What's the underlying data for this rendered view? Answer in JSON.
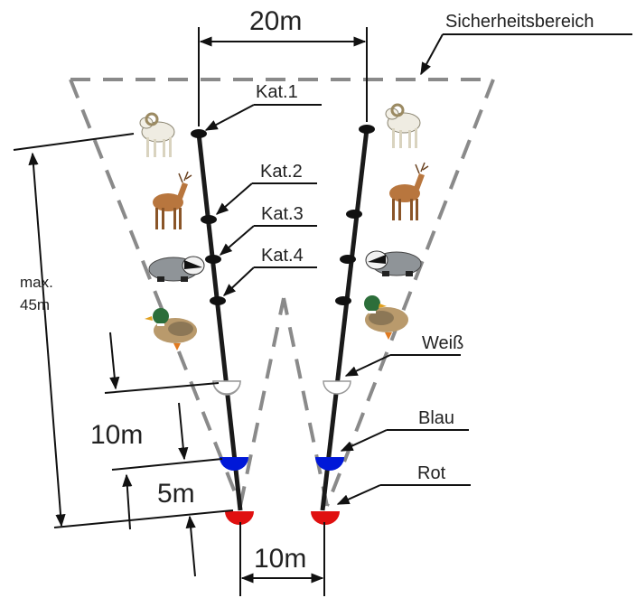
{
  "labels": {
    "width_top": "20m",
    "safety_zone": "Sicherheitsbereich",
    "kat1": "Kat.1",
    "kat2": "Kat.2",
    "kat3": "Kat.3",
    "kat4": "Kat.4",
    "max_line1": "max.",
    "max_line2": "45m",
    "dist_10m": "10m",
    "dist_5m": "5m",
    "width_bottom": "10m",
    "white": "Weiß",
    "blue": "Blau",
    "red": "Rot"
  },
  "colors": {
    "white_marker": "#ffffff",
    "blue_marker": "#0018d8",
    "red_marker": "#e01010",
    "dashed_zone": "#8a8a8a",
    "line": "#1a1a1a"
  },
  "animals": [
    "ram-icon",
    "deer-icon",
    "badger-icon",
    "duck-icon"
  ]
}
